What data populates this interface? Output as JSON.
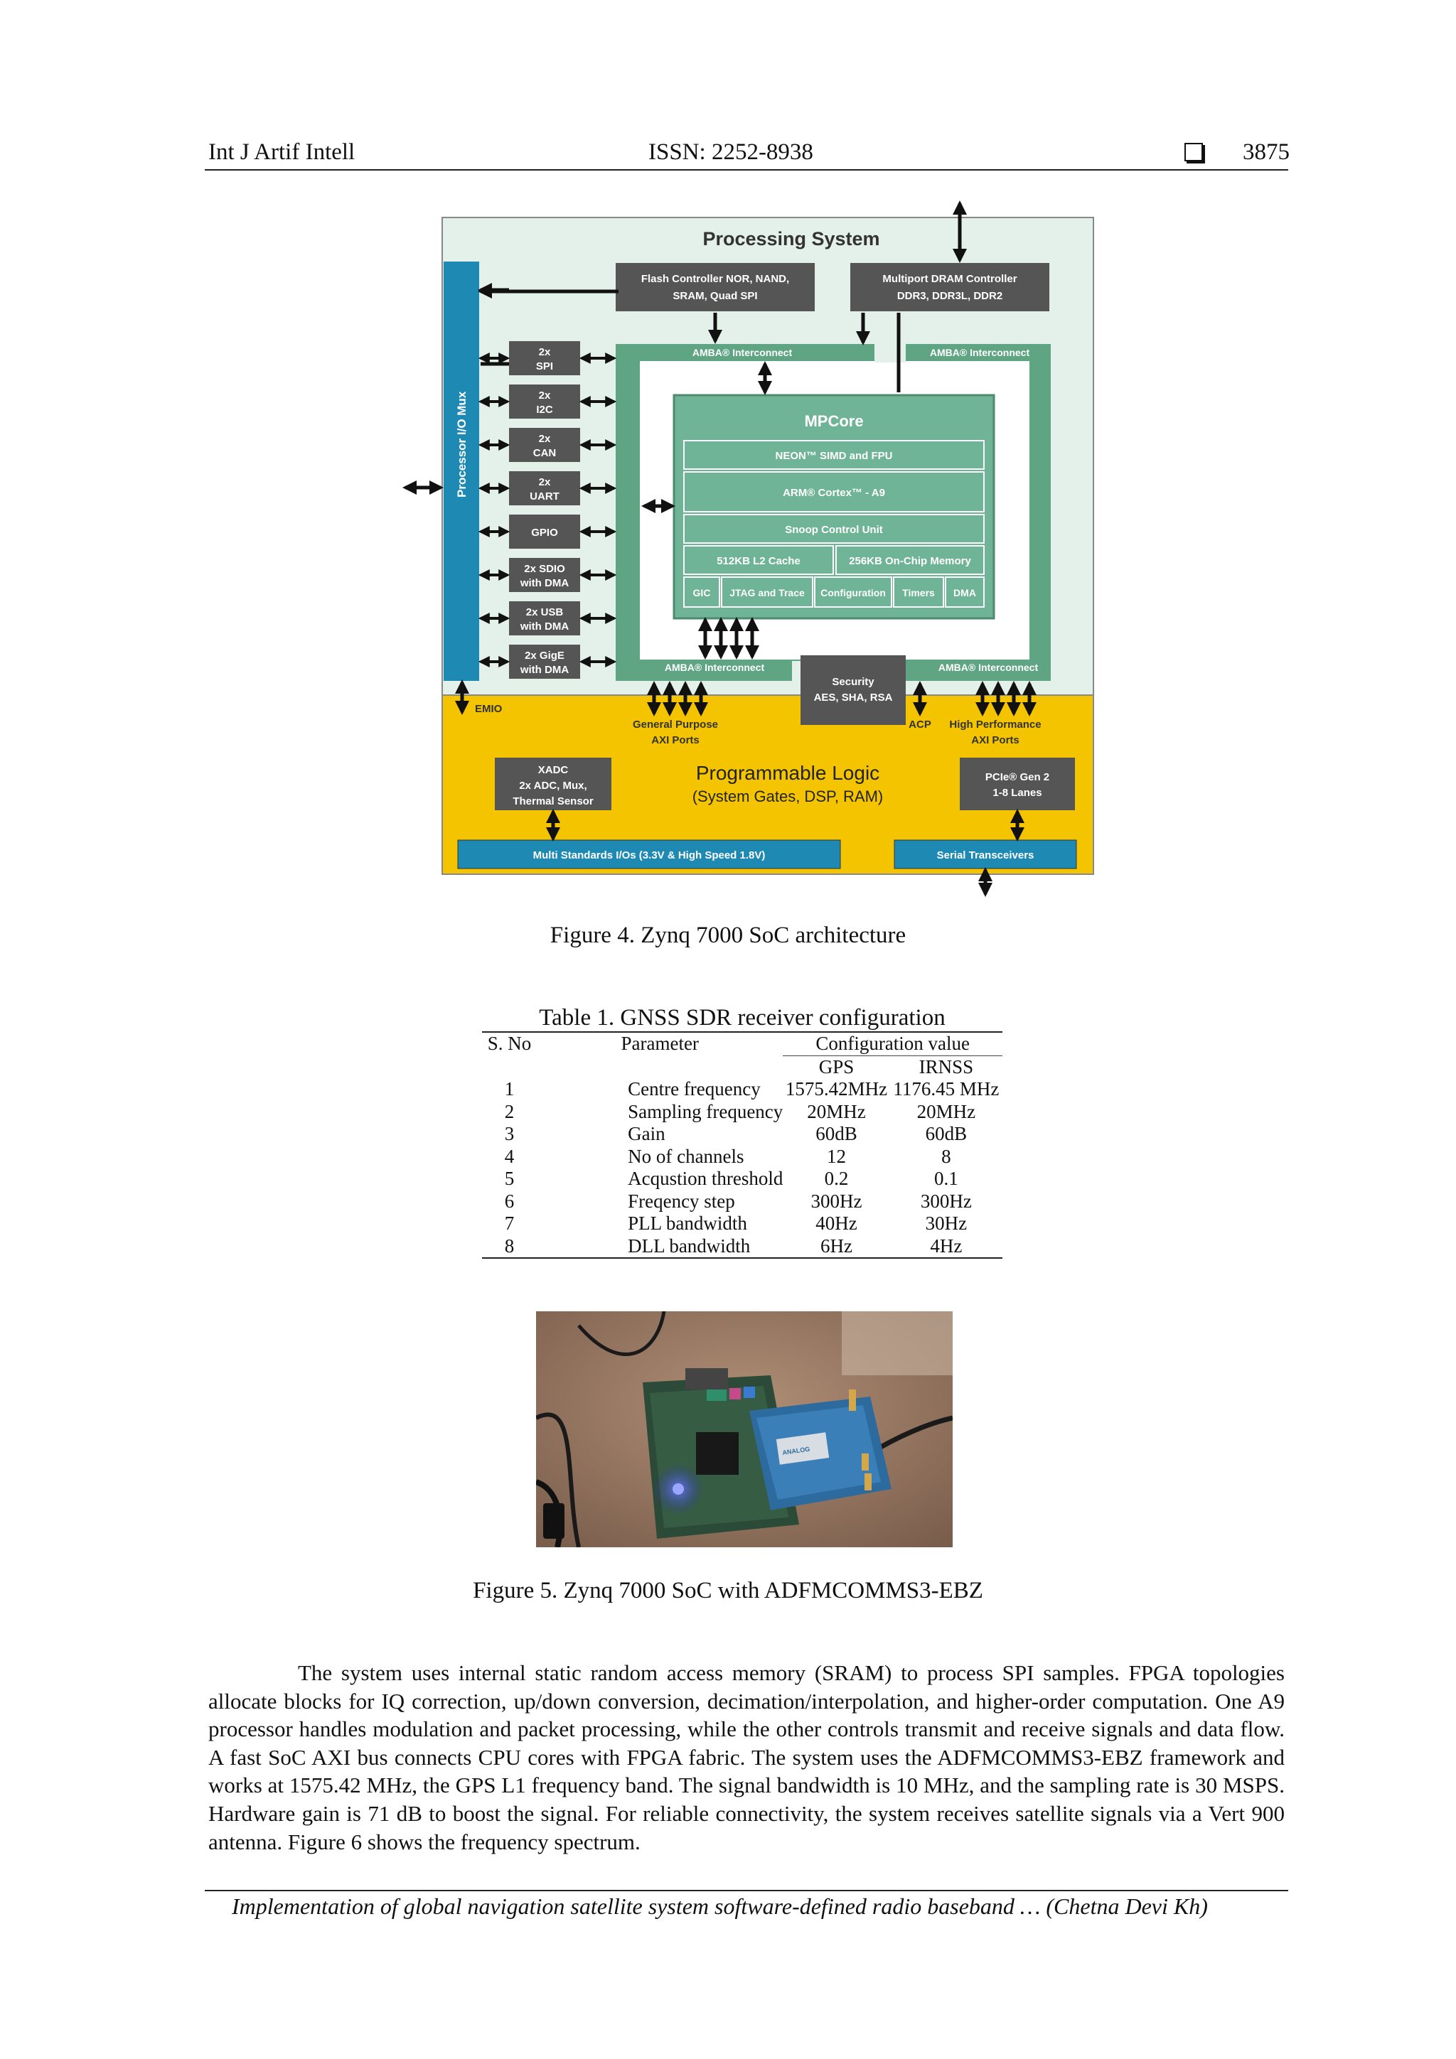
{
  "header": {
    "journal": "Int J Artif Intell",
    "issn": "ISSN: 2252-8938",
    "page": "3875"
  },
  "figure4": {
    "caption": "Figure 4. Zynq 7000 SoC architecture",
    "ps_title": "Processing System",
    "flash_line1": "Flash Controller NOR, NAND,",
    "flash_line2": "SRAM, Quad SPI",
    "dram_line1": "Multiport DRAM Controller",
    "dram_line2": "DDR3, DDR3L, DDR2",
    "io_mux": "Processor I/O Mux",
    "peripherals": [
      {
        "l1": "2x",
        "l2": "SPI"
      },
      {
        "l1": "2x",
        "l2": "I2C"
      },
      {
        "l1": "2x",
        "l2": "CAN"
      },
      {
        "l1": "2x",
        "l2": "UART"
      },
      {
        "l1": "GPIO",
        "l2": ""
      },
      {
        "l1": "2x SDIO",
        "l2": "with DMA"
      },
      {
        "l1": "2x USB",
        "l2": "with DMA"
      },
      {
        "l1": "2x GigE",
        "l2": "with DMA"
      }
    ],
    "amba_interconnect": "AMBA® Interconnect",
    "mpcore": "MPCore",
    "neon": "NEON™ SIMD and FPU",
    "arm": "ARM® Cortex™ - A9",
    "scu": "Snoop Control Unit",
    "l2cache": "512KB L2 Cache",
    "ocm": "256KB On-Chip Memory",
    "gic": "GIC",
    "jtag": "JTAG and Trace",
    "configuration": "Configuration",
    "timers": "Timers",
    "dma": "DMA",
    "security_l1": "Security",
    "security_l2": "AES, SHA, RSA",
    "emio": "EMIO",
    "gp_l1": "General Purpose",
    "gp_l2": "AXI Ports",
    "acp": "ACP",
    "hp_l1": "High Performance",
    "hp_l2": "AXI Ports",
    "xadc_l1": "XADC",
    "xadc_l2": "2x ADC, Mux,",
    "xadc_l3": "Thermal Sensor",
    "pl_title": "Programmable Logic",
    "pl_sub": "(System Gates, DSP, RAM)",
    "pcie_l1": "PCIe® Gen 2",
    "pcie_l2": "1-8 Lanes",
    "multi_io": "Multi Standards I/Os (3.3V & High Speed 1.8V)",
    "serial": "Serial Transceivers"
  },
  "table1": {
    "title": "Table 1. GNSS SDR receiver configuration",
    "headers": {
      "sno": "S. No",
      "param": "Parameter",
      "config": "Configuration value",
      "gps": "GPS",
      "irnss": "IRNSS"
    },
    "rows": [
      {
        "sno": "1",
        "param": "Centre frequency",
        "gps": "1575.42MHz",
        "irnss": "1176.45 MHz"
      },
      {
        "sno": "2",
        "param": "Sampling frequency",
        "gps": "20MHz",
        "irnss": "20MHz"
      },
      {
        "sno": "3",
        "param": "Gain",
        "gps": "60dB",
        "irnss": "60dB"
      },
      {
        "sno": "4",
        "param": "No of channels",
        "gps": "12",
        "irnss": "8"
      },
      {
        "sno": "5",
        "param": "Acqustion threshold",
        "gps": "0.2",
        "irnss": "0.1"
      },
      {
        "sno": "6",
        "param": "Freqency step",
        "gps": "300Hz",
        "irnss": "300Hz"
      },
      {
        "sno": "7",
        "param": "PLL bandwidth",
        "gps": "40Hz",
        "irnss": "30Hz"
      },
      {
        "sno": "8",
        "param": "DLL bandwidth",
        "gps": "6Hz",
        "irnss": "4Hz"
      }
    ]
  },
  "figure5": {
    "caption": "Figure 5. Zynq 7000 SoC with ADFMCOMMS3-EBZ",
    "board_label": "ANALOG"
  },
  "body": {
    "paragraph": "The system uses internal static random access memory (SRAM) to process SPI samples. FPGA topologies allocate blocks for IQ correction, up/down conversion, decimation/interpolation, and higher-order computation. One A9 processor handles modulation and packet processing, while the other controls transmit and receive signals and data flow. A fast SoC AXI bus connects CPU cores with FPGA fabric. The system uses the ADFMCOMMS3-EBZ framework and works at 1575.42 MHz, the GPS L1 frequency band. The signal bandwidth is 10 MHz, and the sampling rate is 30 MSPS. Hardware gain is 71 dB to boost the signal. For reliable connectivity, the system receives satellite signals via a Vert 900 antenna. Figure 6 shows the frequency spectrum."
  },
  "footer": {
    "text": "Implementation of global navigation satellite system software-defined radio baseband … (Chetna Devi Kh)"
  }
}
